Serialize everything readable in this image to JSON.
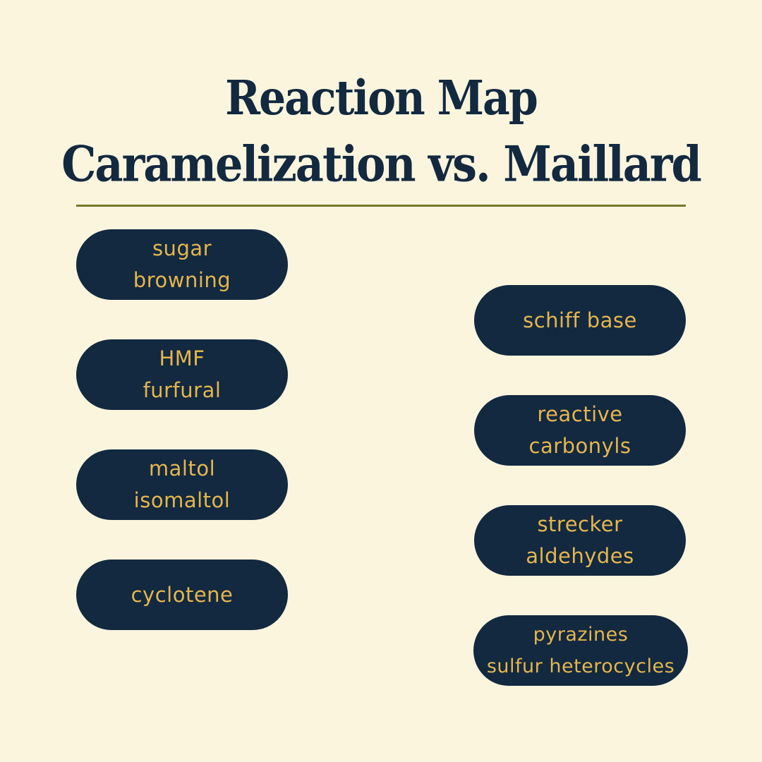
{
  "title": {
    "line1": "Reaction Map",
    "line2": "Caramelization vs. Maillard"
  },
  "colors": {
    "background": "#FBF5DE",
    "navy": "#122940",
    "gold": "#E6B54D",
    "divider": "#75752A"
  },
  "nodes": {
    "left": [
      {
        "line1": "sugar",
        "line2": "browning"
      },
      {
        "line1": "HMF",
        "line2": "furfural"
      },
      {
        "line1": "maltol",
        "line2": "isomaltol"
      },
      {
        "line1": "cyclotene",
        "line2": ""
      }
    ],
    "right": [
      {
        "line1": "schiff base",
        "line2": ""
      },
      {
        "line1": "reactive",
        "line2": "carbonyls"
      },
      {
        "line1": "strecker",
        "line2": "aldehydes"
      },
      {
        "line1": "pyrazines",
        "line2": "sulfur heterocycles"
      }
    ]
  }
}
